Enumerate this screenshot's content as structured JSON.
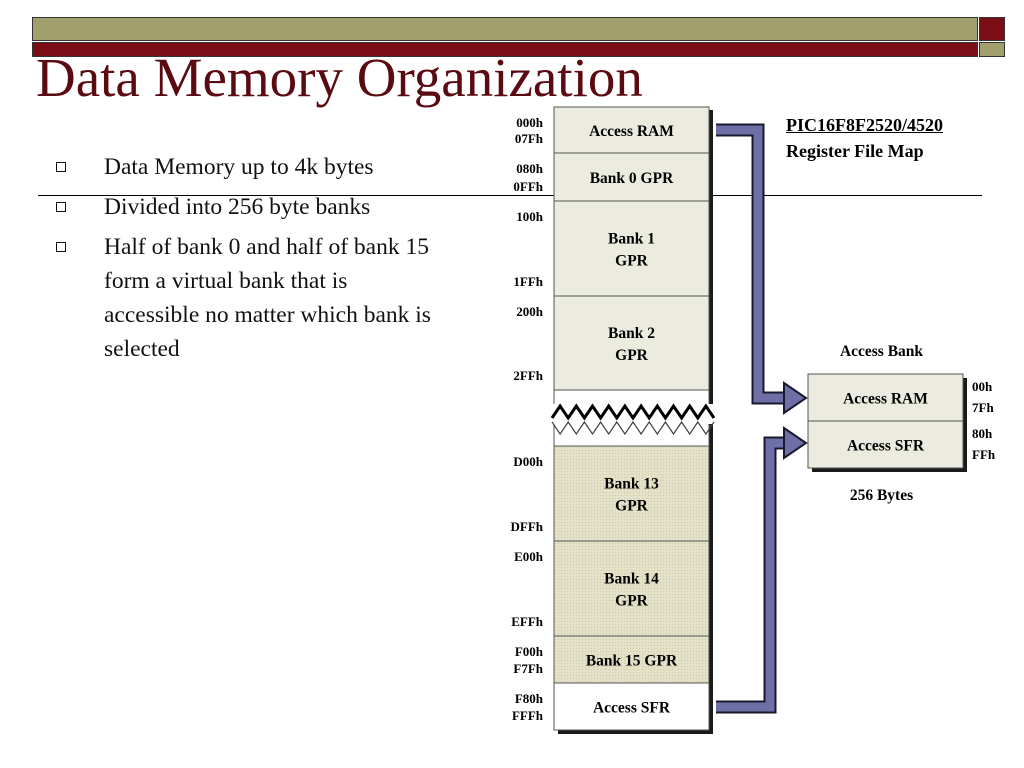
{
  "slide": {
    "title": "Data Memory Organization",
    "bullets": [
      "Data Memory up to 4k bytes",
      "Divided into 256 byte banks",
      "Half of bank 0 and half of bank 15 form a virtual bank that is accessible no matter which bank is selected"
    ],
    "map_title": "PIC16F8F2520/4520",
    "map_subtitle": "Register File Map"
  },
  "memory_map": {
    "blocks": [
      {
        "id": "access-ram",
        "label": [
          "Access RAM"
        ],
        "start": "000h",
        "end": "07Fh",
        "shade": "light"
      },
      {
        "id": "bank0",
        "label": [
          "Bank 0 GPR"
        ],
        "start": "080h",
        "end": "0FFh",
        "shade": "light"
      },
      {
        "id": "bank1",
        "label": [
          "Bank 1",
          "GPR"
        ],
        "start": "100h",
        "end": "1FFh",
        "shade": "light"
      },
      {
        "id": "bank2",
        "label": [
          "Bank 2",
          "GPR"
        ],
        "start": "200h",
        "end": "2FFh",
        "shade": "light"
      },
      {
        "id": "bank13",
        "label": [
          "Bank 13",
          "GPR"
        ],
        "start": "D00h",
        "end": "DFFh",
        "shade": "dark"
      },
      {
        "id": "bank14",
        "label": [
          "Bank 14",
          "GPR"
        ],
        "start": "E00h",
        "end": "EFFh",
        "shade": "dark"
      },
      {
        "id": "bank15",
        "label": [
          "Bank 15 GPR"
        ],
        "start": "F00h",
        "end": "F7Fh",
        "shade": "dark"
      },
      {
        "id": "access-sfr",
        "label": [
          "Access SFR"
        ],
        "start": "F80h",
        "end": "FFFh",
        "shade": "white"
      }
    ],
    "access_bank": {
      "title": "Access Bank",
      "rows": [
        {
          "label": "Access RAM",
          "start": "00h",
          "end": "7Fh"
        },
        {
          "label": "Access SFR",
          "start": "80h",
          "end": "FFh"
        }
      ],
      "size": "256 Bytes"
    }
  },
  "colors": {
    "title": "#5a0a10",
    "bar_olive": "#a19f6c",
    "bar_maroon": "#7b0d16",
    "block_light": "#ecebdf",
    "block_dark": "#e0dcc0",
    "arrow_fill": "#6e6fa6"
  }
}
